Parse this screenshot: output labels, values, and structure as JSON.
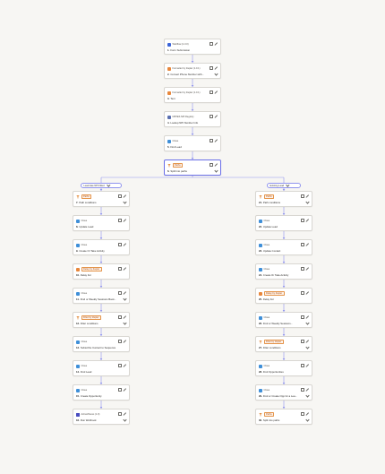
{
  "colors": {
    "canvas": "#f7f6f3",
    "connector": "#8f93ee",
    "selected": "#6a6fe8",
    "badge_border": "#e4944a"
  },
  "branch_paths": [
    {
      "label": "Lead Has NPI Filled"
    },
    {
      "label": "Existing Lead"
    }
  ],
  "main_steps": [
    {
      "icon": "webflow-icon",
      "icon_color": "#3b64d8",
      "app": "Webflow (1.0.0)",
      "num": "1.",
      "title": "Form Submission",
      "chevron": false
    },
    {
      "icon": "formatter-icon",
      "icon_color": "#e8873c",
      "app": "Formatter by Zapier (1.0.1)",
      "num": "2.",
      "title": "Convert Phone Number with...",
      "chevron": true
    },
    {
      "icon": "formatter-icon",
      "icon_color": "#e8873c",
      "app": "Formatter by Zapier (1.0.1)",
      "num": "3.",
      "title": "Text",
      "chevron": false
    },
    {
      "icon": "nppes-icon",
      "icon_color": "#5a6fb0",
      "app": "NPPES NPI Registry",
      "num": "4.",
      "title": "Lookup NPI Number Info",
      "chevron": false
    },
    {
      "icon": "close-app-icon",
      "icon_color": "#3f8fd8",
      "app": "Close",
      "num": "5.",
      "title": "Find Lead",
      "chevron": false
    },
    {
      "icon": "paths-icon",
      "icon_color": "#e4944a",
      "app": "Paths",
      "num": "6.",
      "title": "Split Into paths",
      "chevron": true,
      "badge": true
    }
  ],
  "left_steps": [
    {
      "icon": "filter-icon",
      "icon_color": "#e4944a",
      "app": "Paths",
      "num": "7.",
      "title": "Path conditions",
      "chevron": true,
      "badge": true
    },
    {
      "icon": "close-app-icon",
      "icon_color": "#3f8fd8",
      "app": "Close",
      "num": "8.",
      "title": "Update Lead",
      "chevron": false
    },
    {
      "icon": "close-app-icon",
      "icon_color": "#3f8fd8",
      "app": "Close",
      "num": "9.",
      "title": "Create Or Take Activity",
      "chevron": false
    },
    {
      "icon": "delay-icon",
      "icon_color": "#e8873c",
      "app": "Delay by Zapier",
      "num": "10.",
      "title": "Delay For",
      "chevron": false,
      "badge": true
    },
    {
      "icon": "close-app-icon",
      "icon_color": "#3f8fd8",
      "app": "Close",
      "num": "11.",
      "title": "Find or Weekly Sessions Book...",
      "chevron": true
    },
    {
      "icon": "filter-icon",
      "icon_color": "#e4944a",
      "app": "Filter by Zapier",
      "num": "12.",
      "title": "Filter conditions",
      "chevron": true,
      "badge": true
    },
    {
      "icon": "close-app-icon",
      "icon_color": "#3f8fd8",
      "app": "Close",
      "num": "13.",
      "title": "Subscribe Contact to Sequence",
      "chevron": false
    },
    {
      "icon": "close-app-icon",
      "icon_color": "#3f8fd8",
      "app": "Close",
      "num": "14.",
      "title": "Find Lead",
      "chevron": false
    },
    {
      "icon": "close-app-icon",
      "icon_color": "#3f8fd8",
      "app": "Close",
      "num": "15.",
      "title": "Create Opportunity",
      "chevron": false
    },
    {
      "icon": "chip-icon",
      "icon_color": "#4a4ec0",
      "app": "ActivePieces (1.0)",
      "num": "16.",
      "title": "Run Webhook",
      "chevron": true
    }
  ],
  "right_steps": [
    {
      "icon": "filter-icon",
      "icon_color": "#e4944a",
      "app": "Paths",
      "num": "21.",
      "title": "Path conditions",
      "chevron": true,
      "badge": true
    },
    {
      "icon": "close-app-icon",
      "icon_color": "#3f8fd8",
      "app": "Close",
      "num": "22.",
      "title": "Update Lead",
      "chevron": false
    },
    {
      "icon": "close-app-icon",
      "icon_color": "#3f8fd8",
      "app": "Close",
      "num": "23.",
      "title": "Update Contact",
      "chevron": false
    },
    {
      "icon": "close-app-icon",
      "icon_color": "#3f8fd8",
      "app": "Close",
      "num": "24.",
      "title": "Create Or Take Activity",
      "chevron": false
    },
    {
      "icon": "delay-icon",
      "icon_color": "#e8873c",
      "app": "Delay by Zapier",
      "num": "25.",
      "title": "Delay For",
      "chevron": false,
      "badge": true
    },
    {
      "icon": "close-app-icon",
      "icon_color": "#3f8fd8",
      "app": "Close",
      "num": "26.",
      "title": "Find or Weekly Sessions...",
      "chevron": true
    },
    {
      "icon": "filter-icon",
      "icon_color": "#e4944a",
      "app": "Filter by Zapier",
      "num": "27.",
      "title": "Filter conditions",
      "chevron": true,
      "badge": true
    },
    {
      "icon": "close-app-icon",
      "icon_color": "#3f8fd8",
      "app": "Close",
      "num": "28.",
      "title": "Find Opportunities",
      "chevron": false
    },
    {
      "icon": "close-app-icon",
      "icon_color": "#3f8fd8",
      "app": "Close",
      "num": "29.",
      "title": "Find or Create Opp for a Lea...",
      "chevron": true
    },
    {
      "icon": "filter-icon",
      "icon_color": "#e4944a",
      "app": "Paths",
      "num": "30.",
      "title": "Split into paths",
      "chevron": true,
      "badge": true
    }
  ]
}
